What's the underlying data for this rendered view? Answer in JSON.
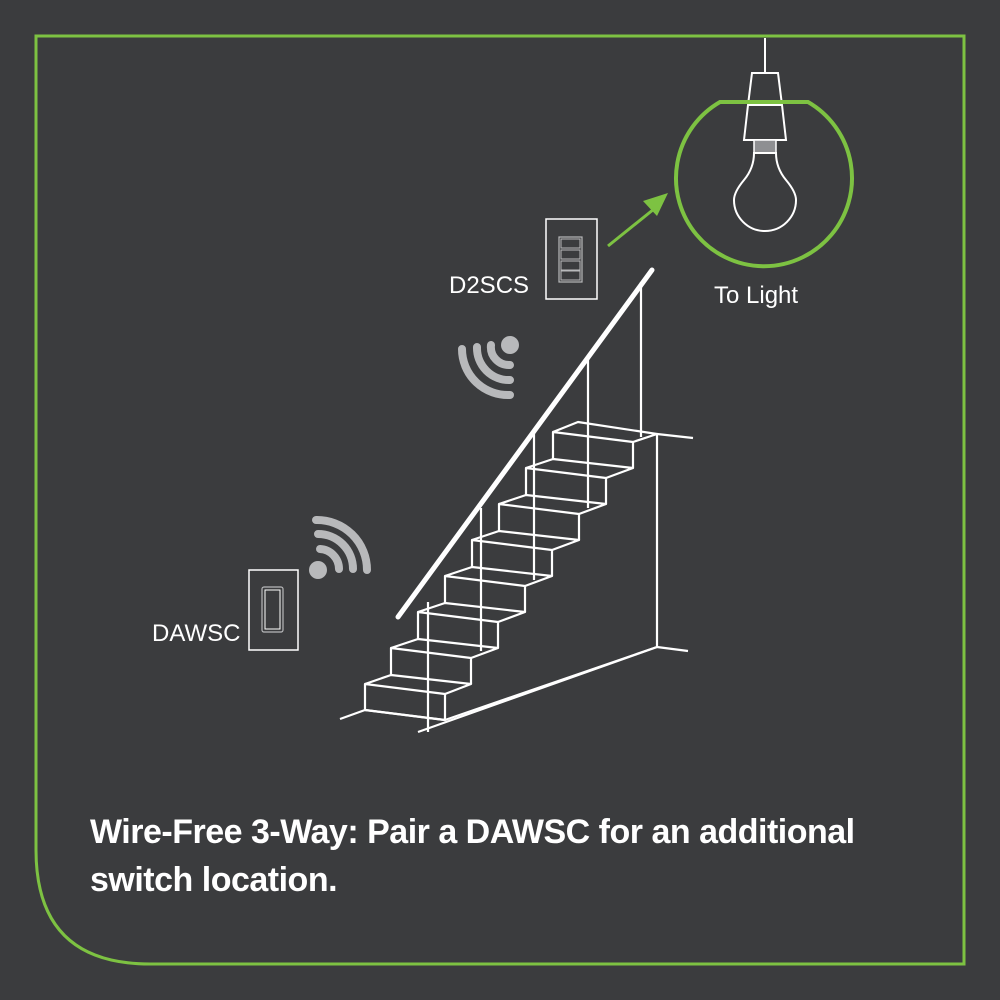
{
  "colors": {
    "background": "#3b3c3e",
    "accent_green": "#7dc242",
    "line_white": "#ffffff",
    "wireless_gray": "#b8b9bb",
    "bulb_base_gray": "#8e8f92"
  },
  "diagram": {
    "light": {
      "label": "To Light",
      "icon": "light-bulb-icon"
    },
    "main_switch": {
      "label": "D2SCS",
      "icon": "scene-controller-switch-icon"
    },
    "remote_switch": {
      "label": "DAWSC",
      "icon": "paddle-switch-icon"
    },
    "wireless_icons": [
      "wireless-signal-icon",
      "wireless-signal-icon"
    ],
    "arrow": "arrow-to-light-icon",
    "scene": "staircase-illustration"
  },
  "caption": {
    "text": "Wire-Free 3-Way: Pair a DAWSC for an additional switch location."
  }
}
